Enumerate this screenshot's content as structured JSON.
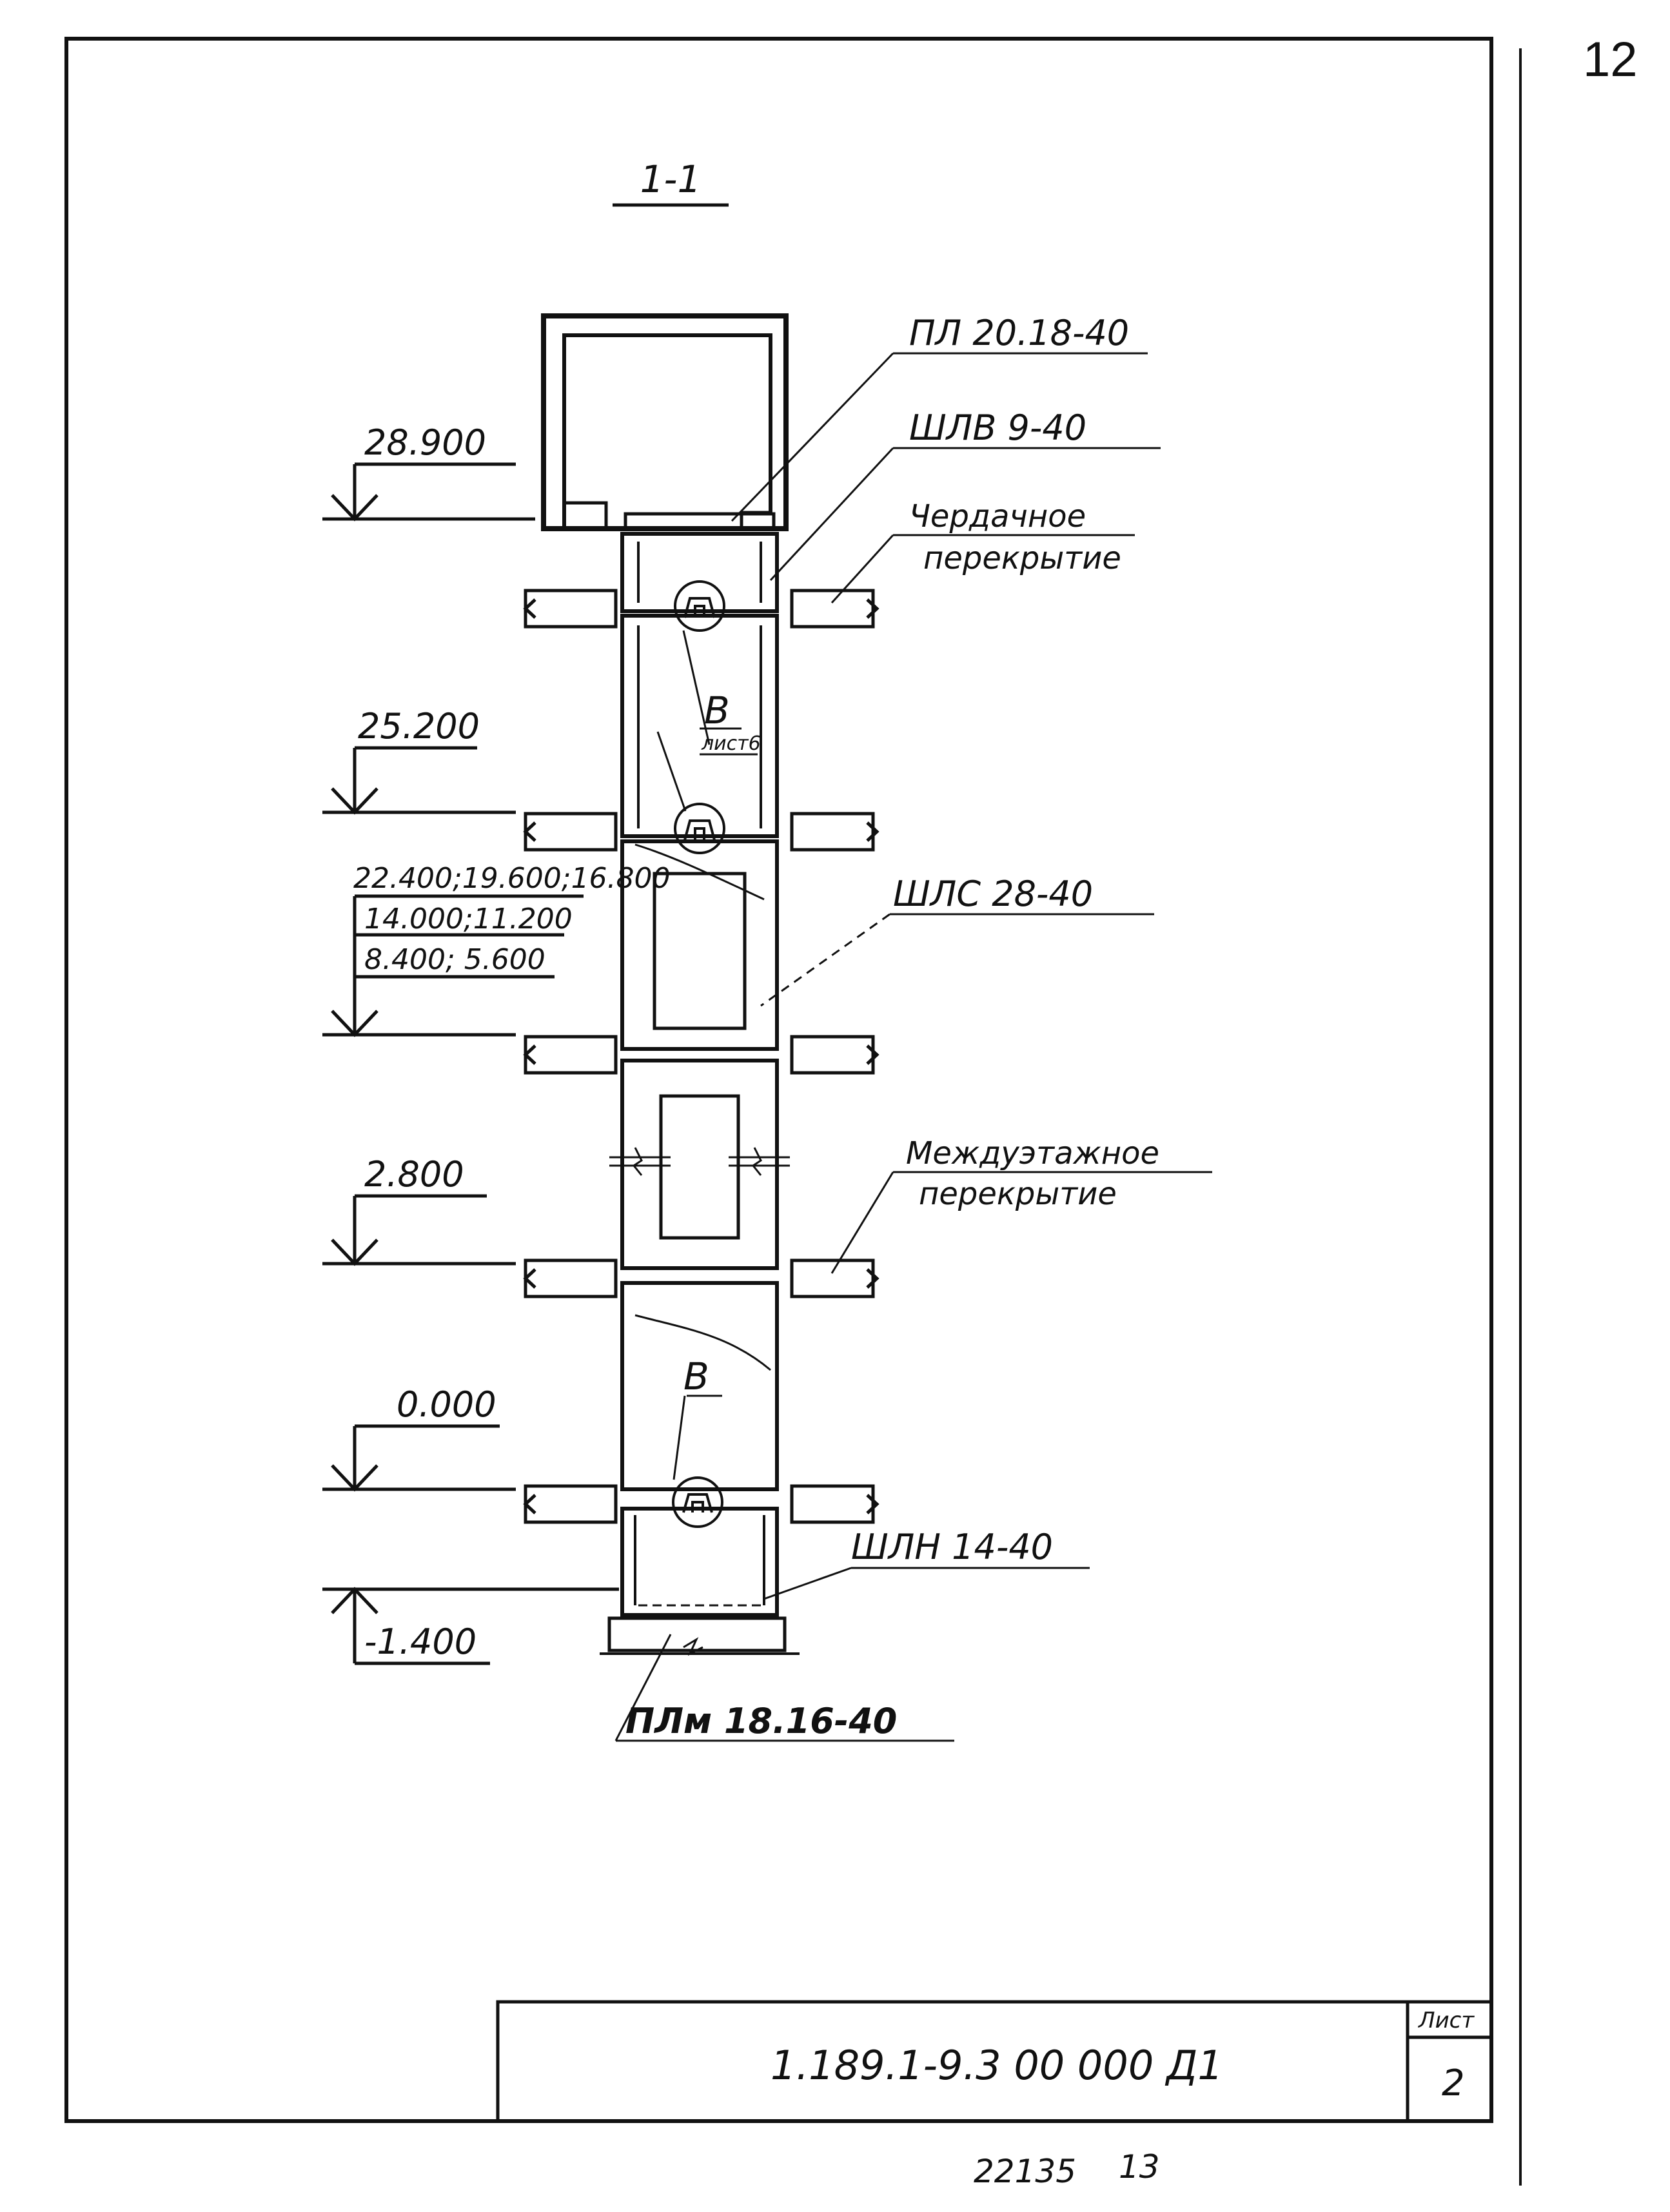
{
  "page_number": "12",
  "section_title": "1-1",
  "elevations": {
    "e1": "28.900",
    "e2": "25.200",
    "e3_line1": "22.400;19.600;16.800",
    "e3_line2": "14.000;11.200",
    "e3_line3": "8.400; 5.600",
    "e4": "2.800",
    "e5": "0.000",
    "e6": "-1.400"
  },
  "callouts": {
    "pl_top": "ПЛ 20.18-40",
    "shlv": "ШЛВ 9-40",
    "attic_line1": "Чердачное",
    "attic_line2": "перекрытие",
    "shls": "ШЛС 28-40",
    "floor_line1": "Междуэтажное",
    "floor_line2": "перекрытие",
    "shln": "ШЛН 14-40",
    "plm": "ПЛм 18.16-40"
  },
  "node_mark_top": {
    "letter": "В",
    "sheet": "лист6"
  },
  "node_mark_bottom": {
    "letter": "В"
  },
  "title_block": {
    "designation": "1.189.1-9.3 00 000 Д1",
    "sheet_label": "Лист",
    "sheet_number": "2"
  },
  "bottom_note": {
    "num1": "22135",
    "num2": "13"
  }
}
